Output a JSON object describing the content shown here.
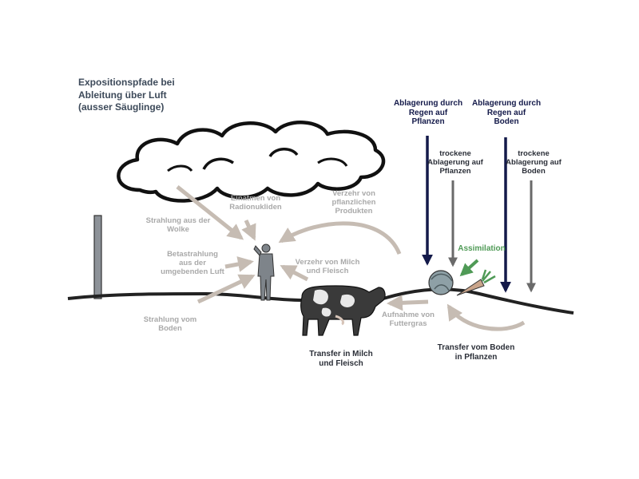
{
  "title": [
    "Expositionspfade bei",
    "Ableitung über Luft",
    "(ausser Säuglinge)"
  ],
  "labels": {
    "strahlung_wolke": [
      "Strahlung aus der",
      "Wolke"
    ],
    "einatmen": [
      "Einatmen von",
      "Radionukliden"
    ],
    "verzehr_pflanzlich": [
      "Verzehr von",
      "pflanzlichen",
      "Produkten"
    ],
    "betastrahlung": [
      "Betastrahlung",
      "aus der",
      "umgebenden Luft"
    ],
    "verzehr_milch": [
      "Verzehr von Milch",
      "und Fleisch"
    ],
    "strahlung_boden": [
      "Strahlung vom",
      "Boden"
    ],
    "aufnahme_futtergras": [
      "Aufnahme von",
      "Futtergras"
    ],
    "transfer_milch": [
      "Transfer in Milch",
      "und Fleisch"
    ],
    "transfer_boden": [
      "Transfer vom Boden",
      "in Pflanzen"
    ],
    "regen_pflanzen": [
      "Ablagerung durch",
      "Regen auf",
      "Pflanzen"
    ],
    "regen_boden": [
      "Ablagerung durch",
      "Regen auf",
      "Boden"
    ],
    "trocken_pflanzen": [
      "trockene",
      "Ablagerung auf",
      "Pflanzen"
    ],
    "trocken_boden": [
      "trockene",
      "Ablagerung auf",
      "Boden"
    ],
    "assimilation": [
      "Assimilation"
    ]
  },
  "colors": {
    "grey_arrow": "#c6bcb3",
    "grey_text": "#a9a9a9",
    "navy": "#141a4a",
    "dark_grey_arrow": "#6a6a6a",
    "green": "#4f9a56",
    "ground": "#222222"
  }
}
